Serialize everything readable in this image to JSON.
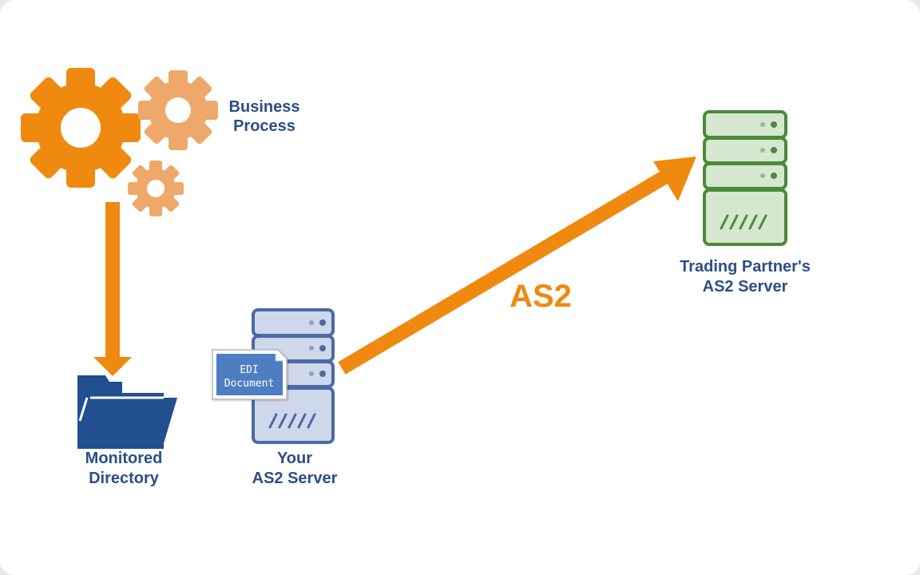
{
  "labels": {
    "business_process": [
      "Business",
      "Process"
    ],
    "monitored_directory": [
      "Monitored",
      "Directory"
    ],
    "your_server": [
      "Your",
      "AS2 Server"
    ],
    "partner_server": [
      "Trading Partner's",
      "AS2 Server"
    ],
    "protocol": "AS2",
    "edi_document": [
      "EDI",
      "Document"
    ]
  },
  "colors": {
    "orange": "#f0890f",
    "light_orange": "#eea86a",
    "navy": "#2b4f87",
    "folder": "#214f8f",
    "server_blue_fill": "#cfd8ea",
    "server_blue_stroke": "#4a69a7",
    "server_green_fill": "#d5e7cf",
    "server_green_stroke": "#4a8a39",
    "document": "#4d7ec2"
  },
  "icons": {
    "large_gear": "gear-icon",
    "medium_gear": "gear-icon",
    "small_gear": "gear-icon",
    "folder": "folder-icon",
    "your_server": "server-icon",
    "partner_server": "server-icon",
    "document": "document-icon"
  }
}
